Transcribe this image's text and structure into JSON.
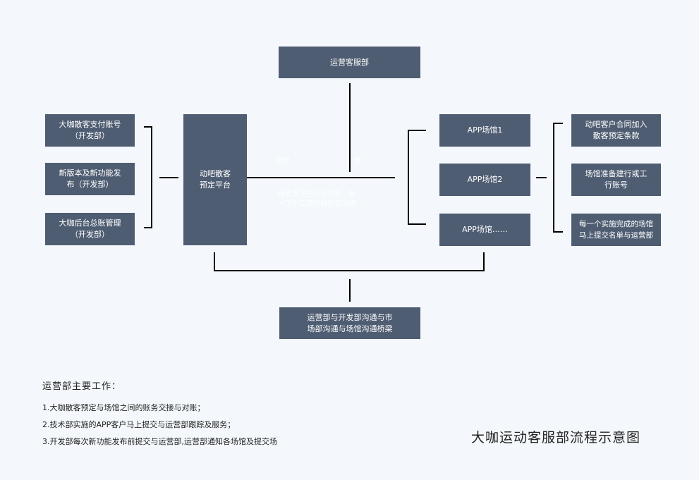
{
  "nodes": {
    "customer_service": "运营客服部",
    "platform": "动吧散客\n预定平台",
    "left1": "大咖散客支付账号\n（开发部）",
    "left2": "新版本及新功能发\n布（开发部）",
    "left3": "大咖后台总账管理\n（开发部）",
    "venue1": "APP场馆1",
    "venue2": "APP场馆2",
    "venue3": "APP场馆……",
    "right1": "动吧客户合同加入\n散客预定条款",
    "right2": "场馆准备建行或工\n行账号",
    "right3": "每一个实施完成的场馆\n马上提交名单与运营部",
    "bridge": "运营部与开发部沟通与市\n场部沟通与场馆沟通桥梁"
  },
  "faint_labels": {
    "label_a": "对账",
    "label_b": "账",
    "label_c": "每周五下午三点对账，每\n一下午三点对账负责沟通"
  },
  "notes": {
    "title": "运营部主要工作：",
    "items": [
      "1.大咖散客预定与场馆之间的账务交接与对账；",
      "2.技术部实施的APP客户马上提交与运营部跟踪及服务；",
      "3.开发部每次新功能发布前提交与运营部,运营部通知各场馆及提交场"
    ]
  },
  "diagram_title": "大咖运动客服部流程示意图",
  "colors": {
    "box": "#4f5d72",
    "line": "#000000",
    "background": "#f4f8fc"
  }
}
